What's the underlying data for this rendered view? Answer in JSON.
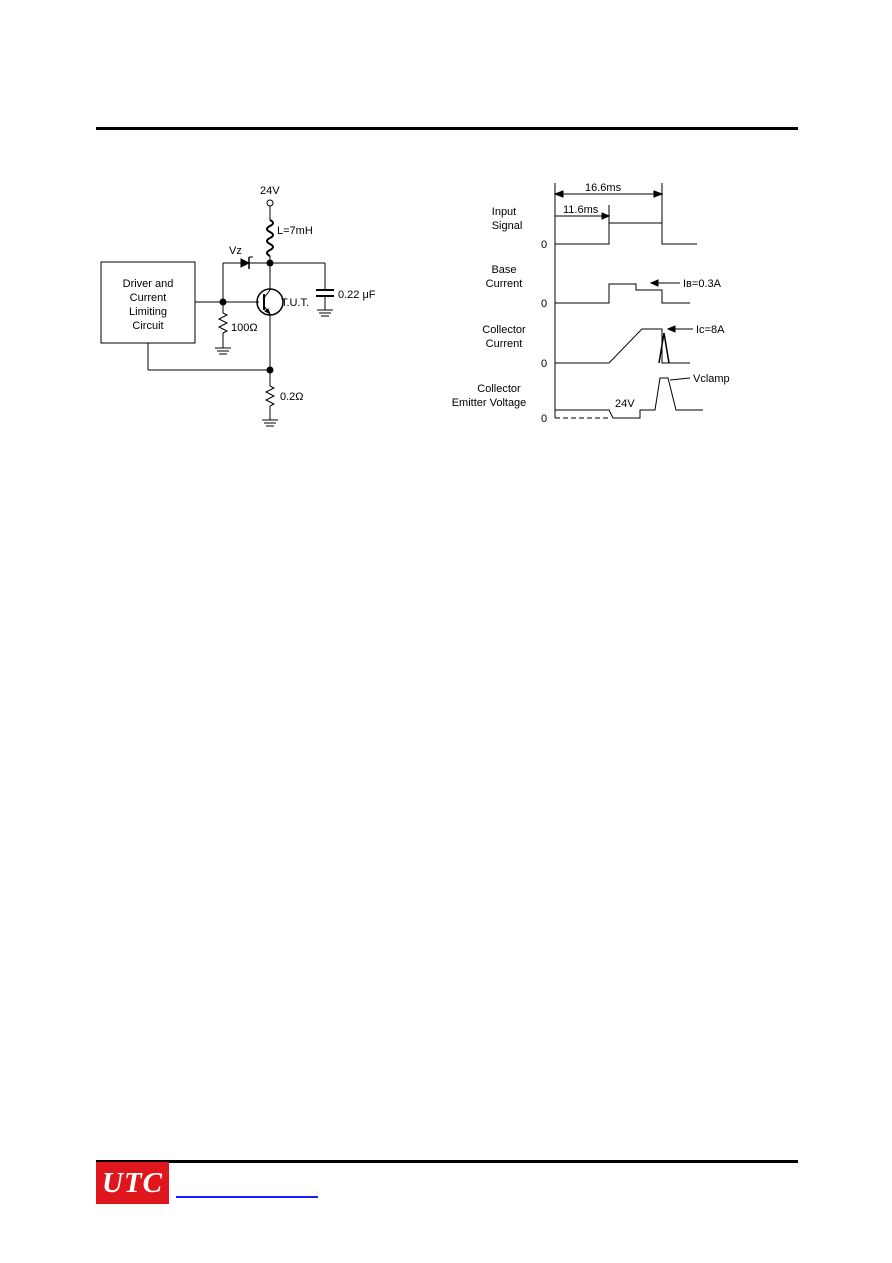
{
  "circuit": {
    "supply": "24V",
    "inductor": "L=7mH",
    "zener": "Vz",
    "capacitor": "0.22 μF",
    "transistor": "T.U.T.",
    "base_resistor": "100Ω",
    "emitter_resistor": "0.2Ω",
    "driver_lines": [
      "Driver and",
      "Current",
      "Limiting",
      "Circuit"
    ]
  },
  "waveforms": {
    "period": "16.6ms",
    "on_time": "11.6ms",
    "zero": "0",
    "input_label": [
      "Input",
      "Signal"
    ],
    "base_label": [
      "Base",
      "Current"
    ],
    "collector_label": [
      "Collector",
      "Current"
    ],
    "vce_label": [
      "Collector",
      "Emitter Voltage"
    ],
    "ib_value": "Iʙ=0.3A",
    "ic_value": "Iᴄ=8A",
    "vclamp": "Vclamp",
    "vce_level": "24V"
  },
  "footer": {
    "logo_text": "UTC"
  },
  "colors": {
    "logo_bg": "#e0161d",
    "link_underline": "#1a1aff"
  }
}
